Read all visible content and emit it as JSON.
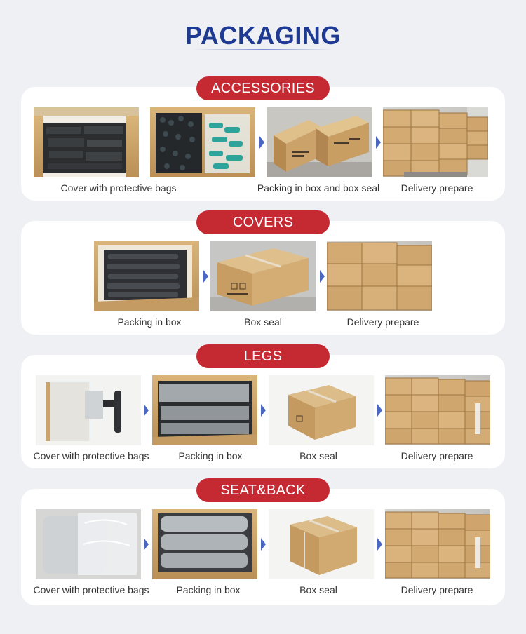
{
  "title": "PACKAGING",
  "colors": {
    "title": "#1f3a93",
    "pill": "#c52a33",
    "arrow": "#4a67c4"
  },
  "sections": [
    {
      "label": "ACCESSORIES",
      "captions": [
        "Cover with protective bags",
        "Packing in box and box seal",
        "Delivery prepare"
      ]
    },
    {
      "label": "COVERS",
      "captions": [
        "Packing in box",
        "Box seal",
        "Delivery prepare"
      ]
    },
    {
      "label": "LEGS",
      "captions": [
        "Cover with protective bags",
        "Packing in box",
        "Box seal",
        "Delivery prepare"
      ]
    },
    {
      "label": "SEAT&BACK",
      "captions": [
        "Cover with protective bags",
        "Packing in box",
        "Box seal",
        "Delivery prepare"
      ]
    }
  ]
}
